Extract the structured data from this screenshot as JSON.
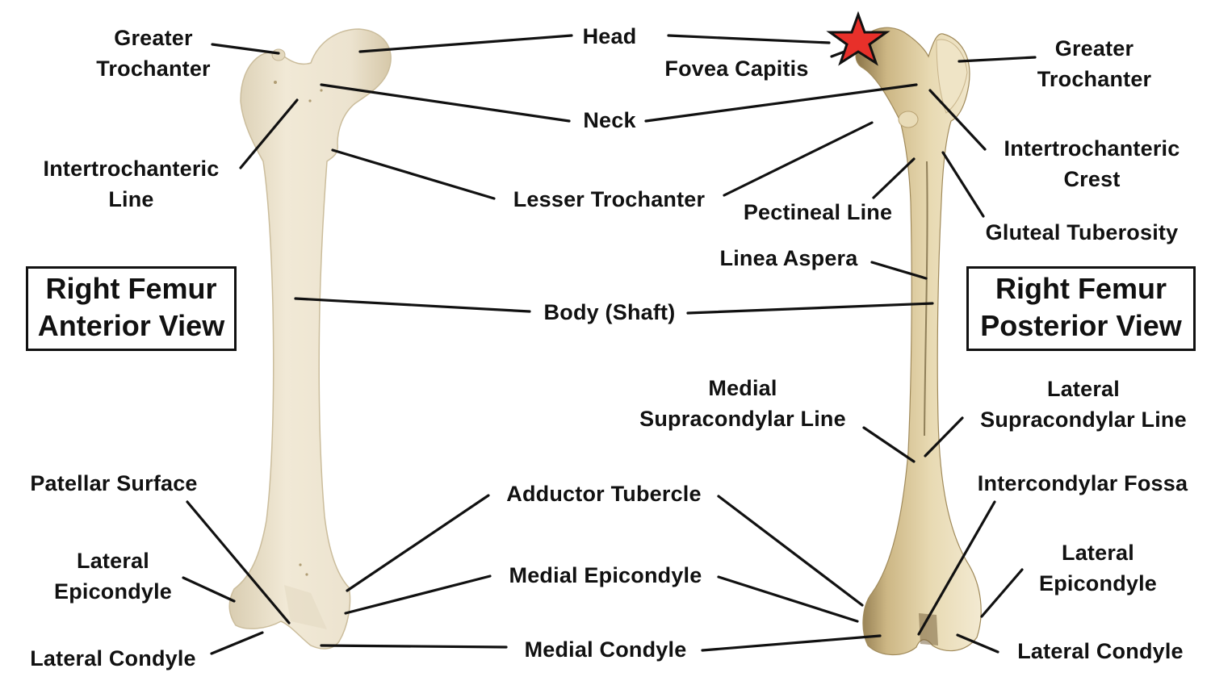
{
  "diagram": {
    "subject": "Right Femur",
    "colors": {
      "background": "#ffffff",
      "text": "#111111",
      "leader_line": "#111111",
      "bone_anterior": "#ece3cf",
      "bone_anterior_shade": "#d9cdb1",
      "bone_posterior": "#e3d3a8",
      "bone_posterior_shade": "#b8a26e",
      "star_fill": "#e8302a",
      "star_stroke": "#111111"
    }
  },
  "anterior": {
    "title": {
      "line1": "Right Femur",
      "line2": "Anterior View"
    },
    "labels": {
      "greater_trochanter": {
        "line1": "Greater",
        "line2": "Trochanter"
      },
      "intertrochanteric_line": {
        "line1": "Intertrochanteric",
        "line2": "Line"
      },
      "patellar_surface": "Patellar Surface",
      "lateral_epicondyle": {
        "line1": "Lateral",
        "line2": "Epicondyle"
      },
      "lateral_condyle": "Lateral Condyle"
    }
  },
  "shared": {
    "labels": {
      "head": "Head",
      "neck": "Neck",
      "lesser_trochanter": "Lesser Trochanter",
      "body_shaft": "Body (Shaft)",
      "adductor_tubercle": "Adductor Tubercle",
      "medial_epicondyle": "Medial Epicondyle",
      "medial_condyle": "Medial Condyle"
    }
  },
  "posterior": {
    "title": {
      "line1": "Right Femur",
      "line2": "Posterior View"
    },
    "labels": {
      "fovea_capitis": "Fovea Capitis",
      "greater_trochanter": {
        "line1": "Greater",
        "line2": "Trochanter"
      },
      "intertrochanteric_crest": {
        "line1": "Intertrochanteric",
        "line2": "Crest"
      },
      "pectineal_line": "Pectineal Line",
      "gluteal_tuberosity": "Gluteal Tuberosity",
      "linea_aspera": "Linea Aspera",
      "medial_supracondylar_line": {
        "line1": "Medial",
        "line2": "Supracondylar Line"
      },
      "lateral_supracondylar_line": {
        "line1": "Lateral",
        "line2": "Supracondylar Line"
      },
      "intercondylar_fossa": "Intercondylar Fossa",
      "lateral_epicondyle": {
        "line1": "Lateral",
        "line2": "Epicondyle"
      },
      "lateral_condyle": "Lateral Condyle"
    }
  }
}
